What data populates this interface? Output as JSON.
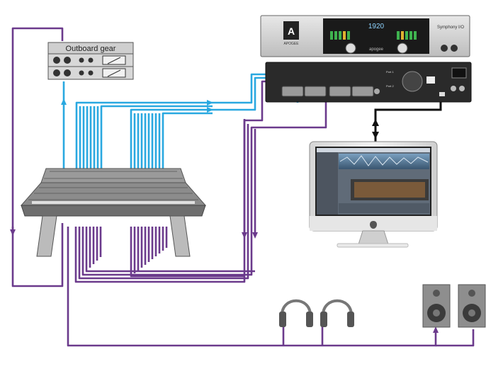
{
  "outboard": {
    "label": "Outboard gear"
  },
  "interface": {
    "display": "1920",
    "brand_mark": "A",
    "brand_text": "APOGEE",
    "model": "Symphony I/O",
    "center_logo": "apogee"
  },
  "rear_labels": {
    "port1": "Port 1",
    "port2": "Port 2"
  },
  "colors": {
    "blue_cable": "#29a8e0",
    "purple_cable": "#6b3a8c",
    "black_cable": "#111111",
    "console_gray": "#8c8c8c"
  }
}
